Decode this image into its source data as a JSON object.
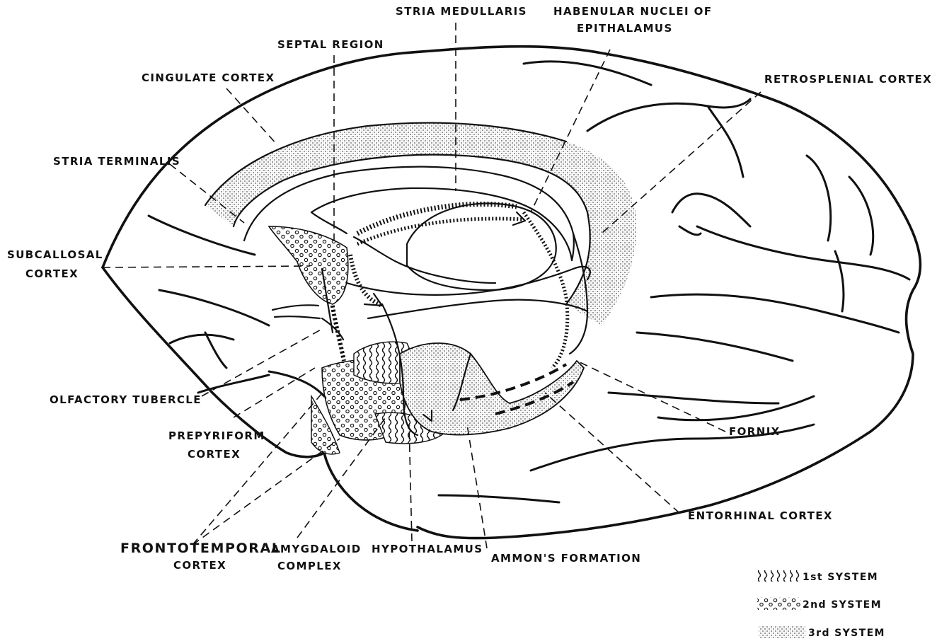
{
  "labels": {
    "stria_medullaris": "STRIA MEDULLARIS",
    "habenular_line1": "HABENULAR NUCLEI OF",
    "habenular_line2": "EPITHALAMUS",
    "septal_region": "SEPTAL REGION",
    "cingulate_cortex": "CINGULATE CORTEX",
    "retrosplenial_cortex": "RETROSPLENIAL CORTEX",
    "stria_terminalis": "STRIA TERMINALIS",
    "subcallosal_line1": "SUBCALLOSAL",
    "subcallosal_line2": "CORTEX",
    "olfactory_tubercle": "OLFACTORY TUBERCLE",
    "prepyriform_line1": "PREPYRIFORM",
    "prepyriform_line2": "CORTEX",
    "fornix": "FORNIX",
    "entorhinal_cortex": "ENTORHINAL CORTEX",
    "frontotemporal_line1": "FRONTOTEMPORAL",
    "frontotemporal_line2": "CORTEX",
    "amygdaloid_line1": "AMYGDALOID",
    "amygdaloid_line2": "COMPLEX",
    "hypothalamus": "HYPOTHALAMUS",
    "ammons_formation": "AMMON'S FORMATION"
  },
  "legend": {
    "first_system": "1st SYSTEM",
    "second_system": "2nd SYSTEM",
    "third_system": "3rd SYSTEM"
  }
}
